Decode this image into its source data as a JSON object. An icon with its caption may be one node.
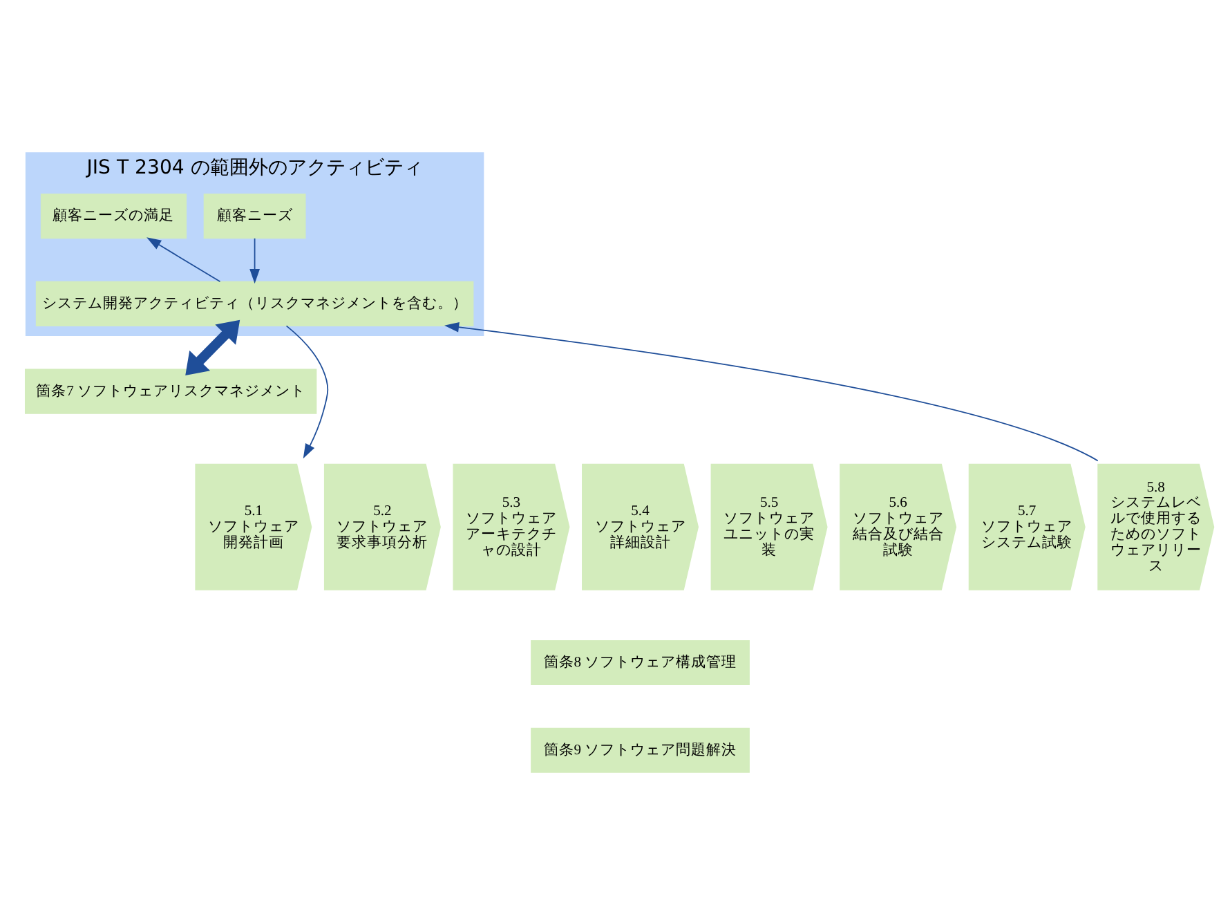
{
  "diagram": {
    "nodes": [
      {
        "text": [
          "JIS T 2304 の範囲外のアクティビティ"
        ]
      },
      {
        "text": [
          "顧客ニーズ"
        ],
        "in": 0
      },
      {
        "text": [
          "顧客ニーズの満足"
        ],
        "in": 0
      },
      {
        "text": [
          "システム開発アクティビティ（リスクマネジメントを含む。）"
        ],
        "in": 0
      },
      {
        "text": [
          "箇条7 ソフトウェアリスクマネジメント"
        ]
      },
      {
        "text": [
          "5.1",
          "ソフトウェア開発計画"
        ]
      },
      {
        "text": [
          "5.2",
          "ソフトウェア要求事項分析"
        ]
      },
      {
        "text": [
          "5.3",
          "ソフトウェアアーキテクチャの設計"
        ]
      },
      {
        "text": [
          "5.4",
          "ソフトウェア詳細設計"
        ]
      },
      {
        "text": [
          "5.5",
          "ソフトウェアユニットの実装"
        ]
      },
      {
        "text": [
          "5.6",
          "ソフトウェア結合及び結合試験"
        ]
      },
      {
        "text": [
          "5.7",
          "ソフトウェアシステム試験"
        ]
      },
      {
        "text": [
          "5.8",
          "システムレベルで使用するためのソフトウェアリリース"
        ]
      },
      {
        "text": [
          "箇条8 ソフトウェア構成管理"
        ]
      },
      {
        "text": [
          "箇条9 ソフトウェア問題解決"
        ]
      }
    ],
    "edges": [
      {
        "from": 1,
        "to": 3,
        "arrow": "to"
      },
      {
        "from": 3,
        "to": 2,
        "arrow": "to"
      },
      {
        "from": 3,
        "to": 4,
        "arrow": "both",
        "style": "thick"
      },
      {
        "from": 3,
        "to": 5,
        "arrow": "to"
      },
      {
        "from": 12,
        "to": 3,
        "arrow": "to"
      }
    ]
  }
}
